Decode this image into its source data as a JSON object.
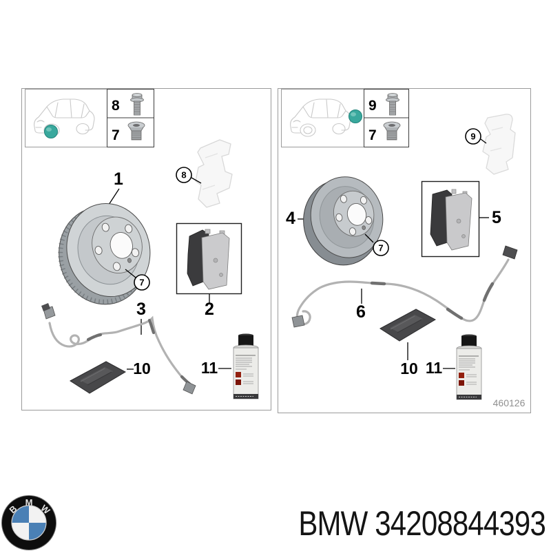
{
  "diagram": {
    "front_panel": {
      "hardware_box": {
        "bolt_label": "8",
        "screw_label": "7"
      },
      "carrier_callout": "8",
      "disc_label": "1",
      "disc_screw_callout": "7",
      "pads_label": "2",
      "sensor_label": "3",
      "grease_label": "10",
      "spray_label": "11"
    },
    "rear_panel": {
      "hardware_box": {
        "bolt_label": "9",
        "screw_label": "7"
      },
      "carrier_callout": "9",
      "disc_label": "4",
      "disc_screw_callout": "7",
      "pads_label": "5",
      "sensor_label": "6",
      "grease_label": "10",
      "spray_label": "11",
      "drawing_number": "460126"
    },
    "highlight_color": "#2FA79B"
  },
  "footer": {
    "part_number": "BMW 34208844393",
    "logo_letters": {
      "b": "B",
      "m": "M",
      "w": "W"
    },
    "roundel_blue": "#4A80B5"
  }
}
